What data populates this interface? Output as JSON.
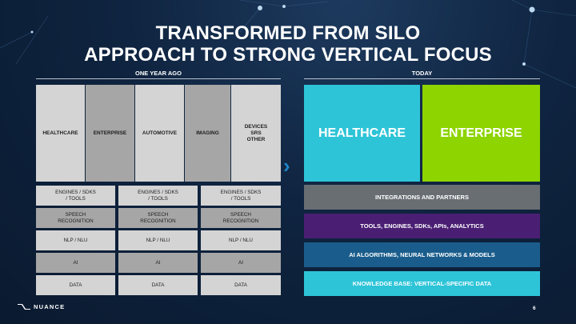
{
  "title": {
    "line1": "TRANSFORMED FROM SILO",
    "line2": "APPROACH TO STRONG VERTICAL FOCUS"
  },
  "left": {
    "heading": "ONE YEAR AGO",
    "columns": [
      "HEALTHCARE",
      "ENTERPRISE",
      "AUTOMOTIVE",
      "IMAGING",
      "DEVICES\nSRS\nOTHER"
    ],
    "stack": {
      "engines": "ENGINES / SDKS\n/ TOOLS",
      "speech": "SPEECH\nRECOGNITION",
      "nlp": "NLP / NLU",
      "ai": "AI",
      "data": "DATA"
    }
  },
  "right": {
    "heading": "TODAY",
    "boxes": [
      {
        "label": "HEALTHCARE",
        "color": "#2ec4d8"
      },
      {
        "label": "ENTERPRISE",
        "color": "#8dd400"
      }
    ],
    "bars": [
      {
        "label": "INTEGRATIONS AND PARTNERS",
        "color": "#686e72"
      },
      {
        "label": "TOOLS, ENGINES, SDKs, APIs, ANALYTICS",
        "color": "#4a1f73"
      },
      {
        "label": "AI ALGORITHMS, NEURAL NETWORKS & MODELS",
        "color": "#1a5d8c"
      },
      {
        "label": "KNOWLEDGE BASE: VERTICAL-SPECIFIC DATA",
        "color": "#2ec4d8"
      }
    ]
  },
  "footer": {
    "logo_text": "NUANCE",
    "page_number": "6"
  },
  "icons": {
    "chevron": "chevron-right-icon",
    "logo": "nuance-logo-icon"
  }
}
